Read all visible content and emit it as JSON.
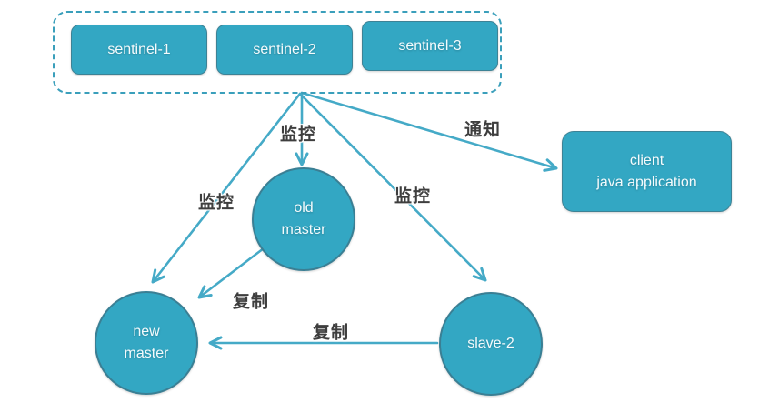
{
  "colors": {
    "node_fill": "#33a7c3",
    "node_border": "#3a7f94",
    "edge_line": "#45aac7",
    "dashed_border": "#3a9fbb",
    "node_text": "#f4fbfd",
    "edge_label_text": "#3e3e3e",
    "background": "#ffffff"
  },
  "sentinels": [
    {
      "label": "sentinel-1"
    },
    {
      "label": "sentinel-2"
    },
    {
      "label": "sentinel-3"
    }
  ],
  "nodes": {
    "old_master": {
      "label_line1": "old",
      "label_line2": "master"
    },
    "new_master": {
      "label_line1": "new",
      "label_line2": "master"
    },
    "slave2": {
      "label": "slave-2"
    },
    "client": {
      "label_line1": "client",
      "label_line2": "java application"
    }
  },
  "edges": {
    "monitor_left": {
      "label": "监控"
    },
    "monitor_down": {
      "label": "监控"
    },
    "monitor_right": {
      "label": "监控"
    },
    "notify": {
      "label": "通知"
    },
    "replicate_from_old_master": {
      "label": "复制"
    },
    "replicate_from_slave2": {
      "label": "复制"
    }
  }
}
